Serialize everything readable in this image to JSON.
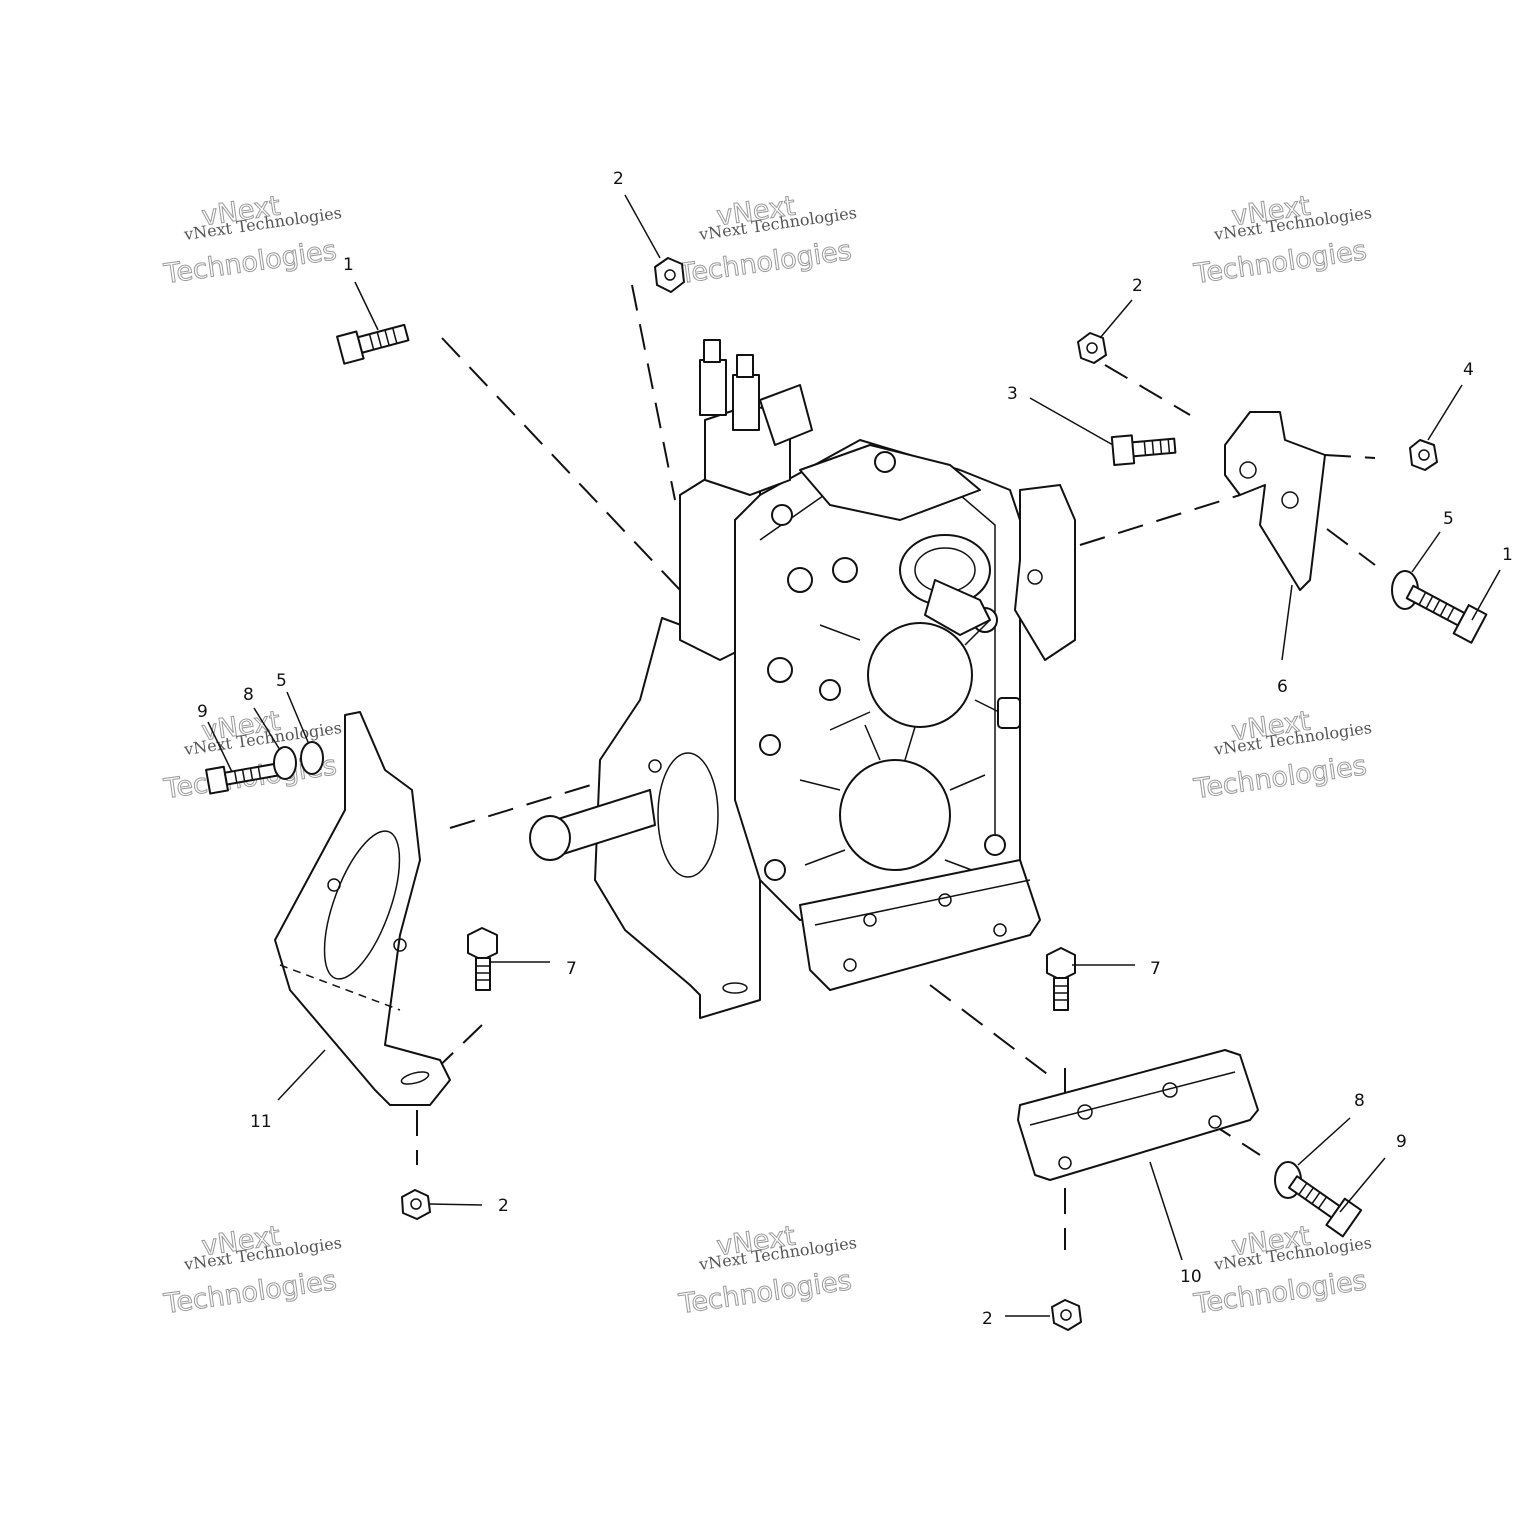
{
  "watermark": {
    "line1": "vNext Technologies",
    "line2": "Technologies",
    "line3": "vNext"
  },
  "callouts": [
    {
      "id": "c1a",
      "text": "1"
    },
    {
      "id": "c2a",
      "text": "2"
    },
    {
      "id": "c2b",
      "text": "2"
    },
    {
      "id": "c3",
      "text": "3"
    },
    {
      "id": "c4",
      "text": "4"
    },
    {
      "id": "c5a",
      "text": "5"
    },
    {
      "id": "c1b",
      "text": "1"
    },
    {
      "id": "c6",
      "text": "6"
    },
    {
      "id": "c9a",
      "text": "9"
    },
    {
      "id": "c8a",
      "text": "8"
    },
    {
      "id": "c5b",
      "text": "5"
    },
    {
      "id": "c7a",
      "text": "7"
    },
    {
      "id": "c7b",
      "text": "7"
    },
    {
      "id": "c11",
      "text": "11"
    },
    {
      "id": "c2c",
      "text": "2"
    },
    {
      "id": "c8b",
      "text": "8"
    },
    {
      "id": "c9b",
      "text": "9"
    },
    {
      "id": "c10",
      "text": "10"
    },
    {
      "id": "c2d",
      "text": "2"
    }
  ]
}
